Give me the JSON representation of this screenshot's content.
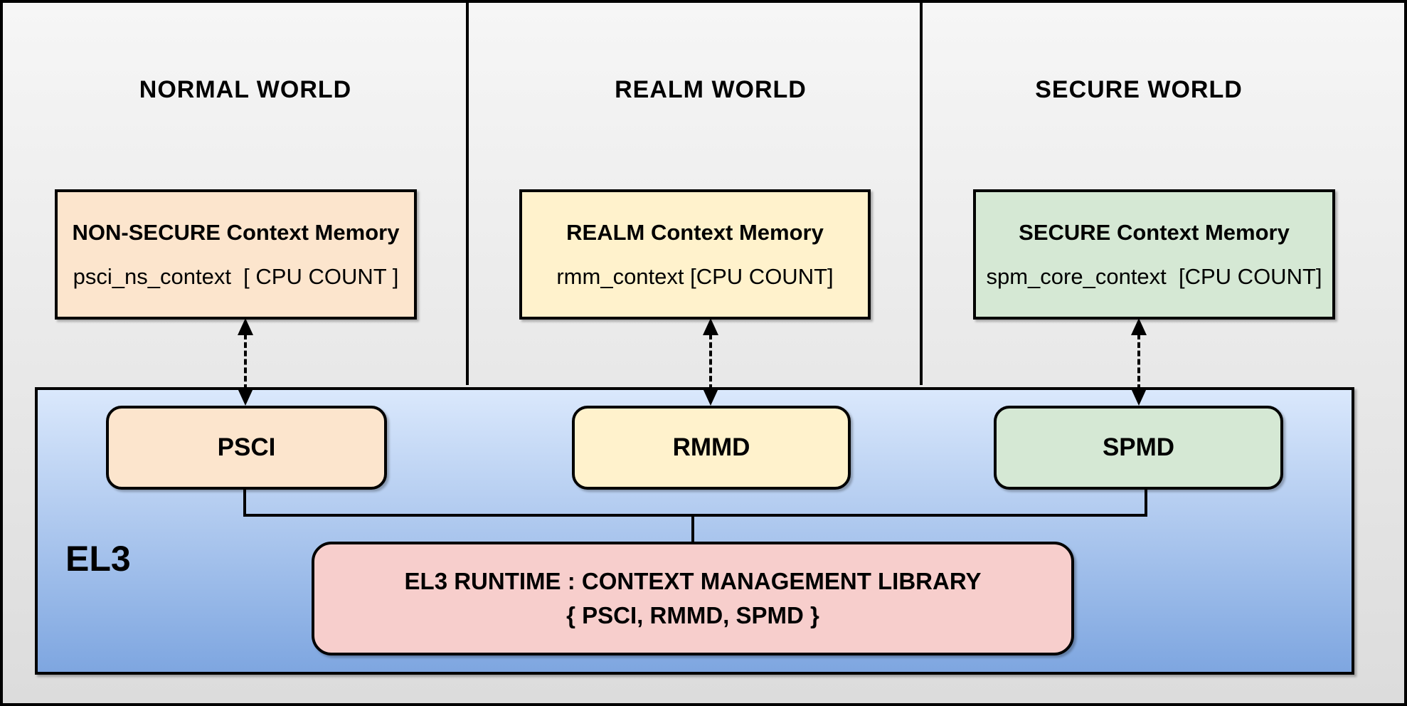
{
  "worlds": [
    {
      "title": "NORMAL WORLD",
      "memory": {
        "title": "NON-SECURE Context Memory",
        "code": "psci_ns_context  [ CPU COUNT ]"
      },
      "module": "PSCI"
    },
    {
      "title": "REALM WORLD",
      "memory": {
        "title": "REALM Context Memory",
        "code": "rmm_context [CPU COUNT]"
      },
      "module": "RMMD"
    },
    {
      "title": "SECURE WORLD",
      "memory": {
        "title": "SECURE Context Memory",
        "code": "spm_core_context  [CPU COUNT]"
      },
      "module": "SPMD"
    }
  ],
  "el3": {
    "label": "EL3",
    "runtime": {
      "line1": "EL3 RUNTIME : CONTEXT MANAGEMENT LIBRARY",
      "line2": "{ PSCI, RMMD, SPMD }"
    }
  },
  "colors": {
    "normal_fill": "#FCE5CD",
    "realm_fill": "#FFF2CC",
    "secure_fill": "#D5E8D4",
    "runtime_fill": "#F7CECC",
    "el3_grad_top": "#DAE8FC",
    "el3_grad_bottom": "#7EA6E0",
    "line": "#000000",
    "canvas_top": "#F6F6F6",
    "canvas_bottom": "#DCDCDC"
  }
}
